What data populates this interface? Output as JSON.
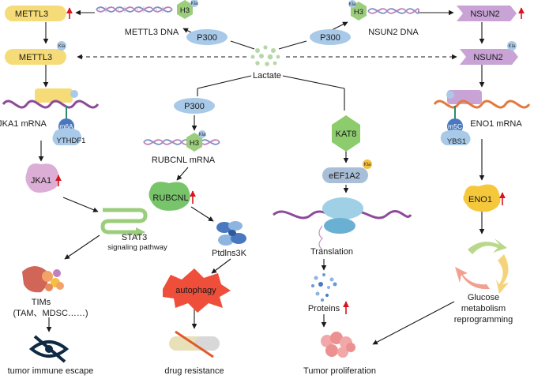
{
  "center": {
    "label": "Lactate"
  },
  "top": {
    "p300_left": "P300",
    "p300_right": "P300",
    "h3_left": "H3",
    "h3_right": "H3",
    "kla": "Kla",
    "mettl3_dna": "METTL3 DNA",
    "nsun2_dna": "NSUN2 DNA"
  },
  "left_col": {
    "mettl3_top": "METTL3",
    "mettl3": "METTL3",
    "jka1_mrna": "JKA1 mRNA",
    "m6a": "m6A",
    "ythdf1": "YTHDF1",
    "jka1": "JKA1",
    "stat3": "STAT3",
    "stat3_sub": "signaling pathway",
    "tims": "TIMs",
    "tims_sub": "(TAM、MDSC……)",
    "escape": "tumor immune escape"
  },
  "mid_left_col": {
    "p300": "P300",
    "h3": "H3",
    "rubcnl_mrna": "RUBCNL mRNA",
    "rubcnl": "RUBCNL",
    "ptdins3k": "Ptdlns3K",
    "autophagy": "autophagy",
    "drug_resistance": "drug resistance"
  },
  "mid_right_col": {
    "kat8": "KAT8",
    "eef1a2": "eEF1A2",
    "translation": "Translation",
    "proteins": "Proteins",
    "tumor_prolif": "Tumor proliferation"
  },
  "right_col": {
    "nsun2_top": "NSUN2",
    "nsun2": "NSUN2",
    "eno1_mrna": "ENO1 mRNA",
    "m5c": "m5C",
    "ybs1": "YBS1",
    "eno1": "ENO1",
    "glucose_l1": "Glucose",
    "glucose_l2": "metabolism",
    "glucose_l3": "reprogramming"
  },
  "colors": {
    "p300": "#a9c9e8",
    "mettl3": "#f6dc78",
    "nsun2": "#c9a3d6",
    "h3": "#9ccd7c",
    "kat8": "#8ccc6c",
    "rubcnl": "#78c46a",
    "jka1": "#dcaed6",
    "eno1": "#f5c83c",
    "autophagy": "#ee4e3a",
    "up_arrow": "#d9141e",
    "mrna_purple": "#8e4a9a",
    "mrna_orange": "#e07a3e"
  }
}
